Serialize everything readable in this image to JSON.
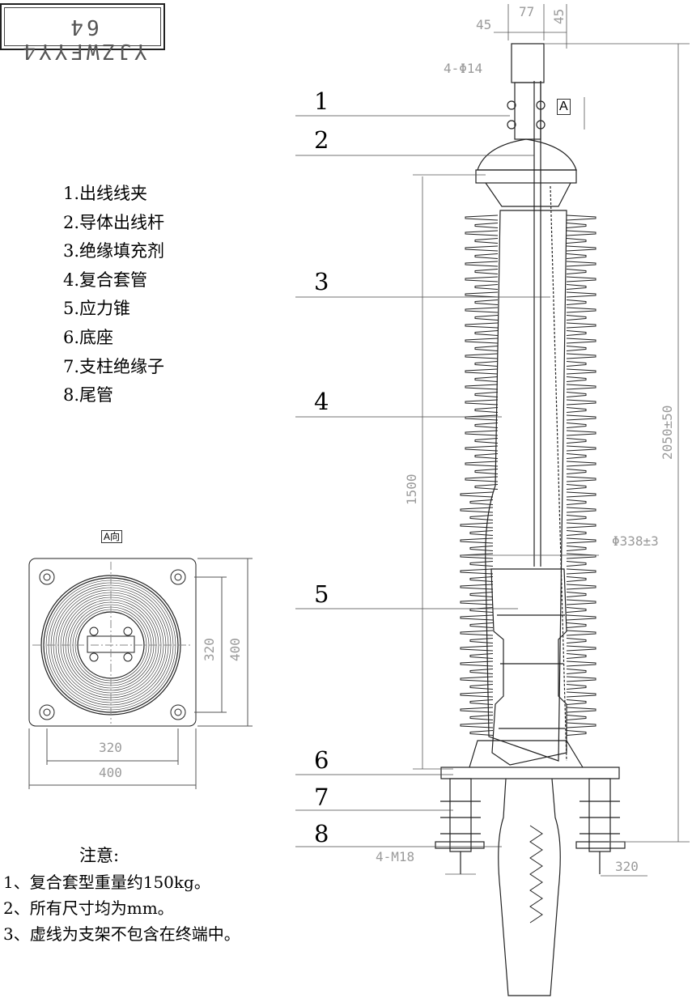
{
  "title": "YJZWFYY4 64",
  "legend": [
    "1.出线线夹",
    "2.导体出线杆",
    "3.绝缘填充剂",
    "4.复合套管",
    "5.应力锥",
    "6.底座",
    "7.支柱绝缘子",
    "8.尾管"
  ],
  "notes": {
    "title": "注意:",
    "items": [
      "1、复合套型重量约150kg。",
      "2、所有尺寸均为mm。",
      "3、虚线为支架不包含在终端中。"
    ]
  },
  "callouts": [
    "1",
    "2",
    "3",
    "4",
    "5",
    "6",
    "7",
    "8"
  ],
  "view_labels": {
    "arrow": "A",
    "view": "A向"
  },
  "dimensions": {
    "top_left": "45",
    "top_mid": "77",
    "top_right": "45",
    "holes_top": "4-Φ14",
    "overall_height": "2050±50",
    "shed_length": "1500",
    "diameter": "Φ338±3",
    "base_holes": "4-M18",
    "base_spacing": "320",
    "plan_inner_v": "320",
    "plan_outer_v": "400",
    "plan_inner_h": "320",
    "plan_outer_h": "400"
  },
  "colors": {
    "line": "#222222",
    "dimension": "#9a9a9a"
  }
}
